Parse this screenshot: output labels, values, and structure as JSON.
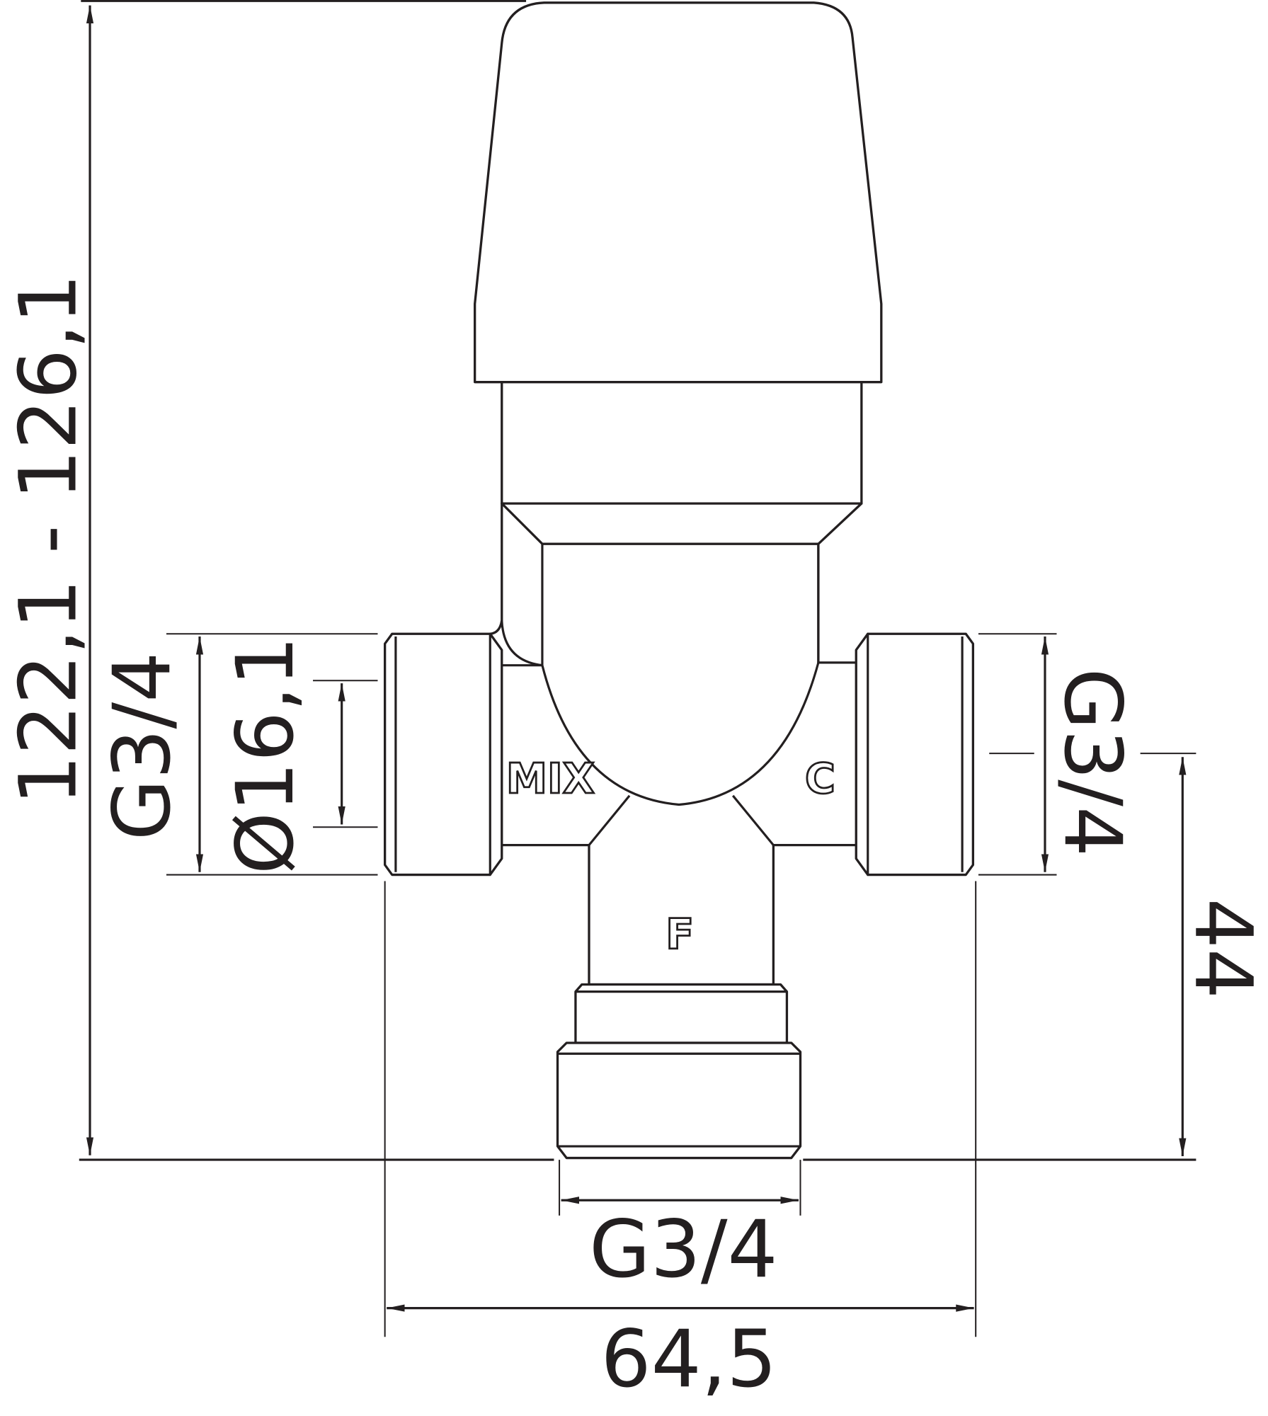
{
  "drawing": {
    "dimensions": {
      "overall_height": "122,1 - 126,1",
      "left_thread": "G3/4",
      "left_inner_diameter": "Ø16,1",
      "right_thread": "G3/4",
      "bottom_height": "44",
      "bottom_thread": "G3/4",
      "overall_width": "64,5"
    },
    "port_labels": {
      "mix": "MIX",
      "cold": "C",
      "hot": "F"
    },
    "line_color": "#231f20"
  }
}
